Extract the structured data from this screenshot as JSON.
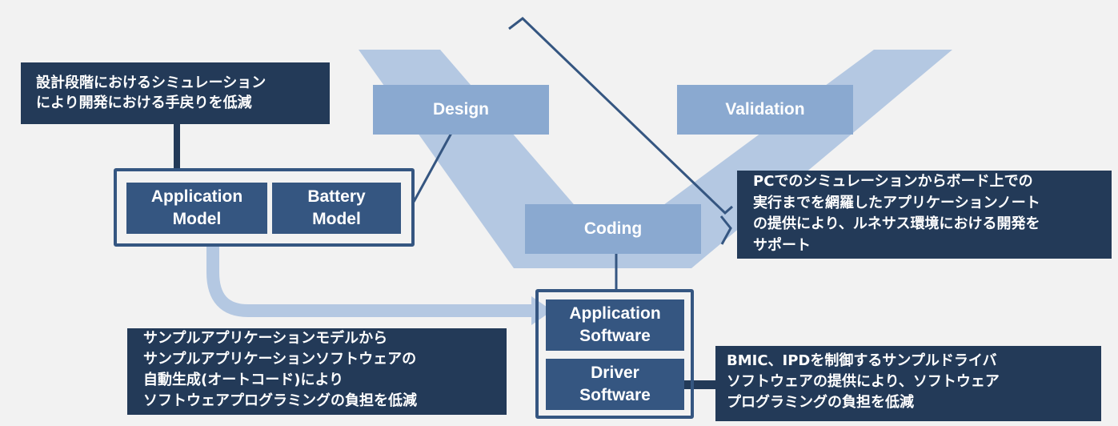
{
  "colors": {
    "background": "#f2f2f2",
    "v_band": "#b4c8e2",
    "stage_box": "#8aa9d0",
    "block": "#355681",
    "note": "#233a58",
    "connector": "#355681",
    "arrow": "#b4c8e2"
  },
  "stages": {
    "design": "Design",
    "validation": "Validation",
    "coding": "Coding"
  },
  "models": {
    "application_model": [
      "Application",
      "Model"
    ],
    "battery_model": [
      "Battery",
      "Model"
    ]
  },
  "software": {
    "application_software": [
      "Application",
      "Software"
    ],
    "driver_software": [
      "Driver",
      "Software"
    ]
  },
  "notes": {
    "simulation": [
      "設計段階におけるシミュレーション",
      "により開発における手戻りを低減"
    ],
    "application_note": [
      "PCでのシミュレーションからボード上での",
      "実行までを網羅したアプリケーションノート",
      "の提供により、ルネサス環境における開発を",
      "サポート"
    ],
    "autocode": [
      "サンプルアプリケーションモデルから",
      "サンプルアプリケーションソフトウェアの",
      "自動生成(オートコード)により",
      "ソフトウェアプログラミングの負担を低減"
    ],
    "driver": [
      "BMIC、IPDを制御するサンプルドライバ",
      "ソフトウェアの提供により、ソフトウェア",
      "プログラミングの負担を低減"
    ]
  }
}
